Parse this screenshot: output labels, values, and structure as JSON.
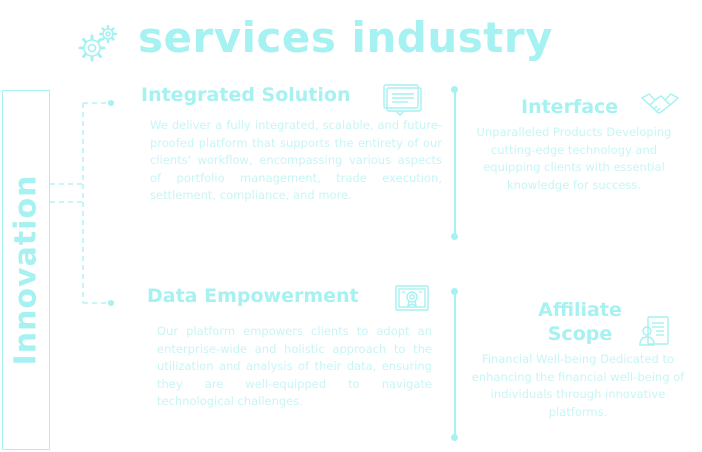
{
  "title": "services industry",
  "side_label": "Innovation",
  "cards": {
    "integrated": {
      "title": "Integrated Solution",
      "text": "We deliver a fully integrated, scalable, and future-proofed platform that supports the entirety of our clients' workflow, encompassing various aspects of portfolio management, trade execution, settlement, compliance, and more.",
      "icon": "chat-document-icon"
    },
    "interface": {
      "title": "Interface",
      "text": "Unparalleled Products Developing cutting-edge technology and equipping clients with essential knowledge for success.",
      "icon": "handshake-icon"
    },
    "data": {
      "title": "Data Empowerment",
      "text": "Our platform empowers clients to adopt an enterprise-wide and holistic approach to the utilization and analysis of their data, ensuring they are well-equipped to navigate technological challenges.",
      "icon": "certificate-icon"
    },
    "affiliate": {
      "title": "Affiliate Scope",
      "text": "Financial Well-being Dedicated to enhancing the financial well-being of individuals through innovative platforms.",
      "icon": "person-document-icon"
    }
  },
  "colors": {
    "accent": "#a6f1f1",
    "text": "#c8f5f5"
  },
  "header_icon": "gears-icon"
}
